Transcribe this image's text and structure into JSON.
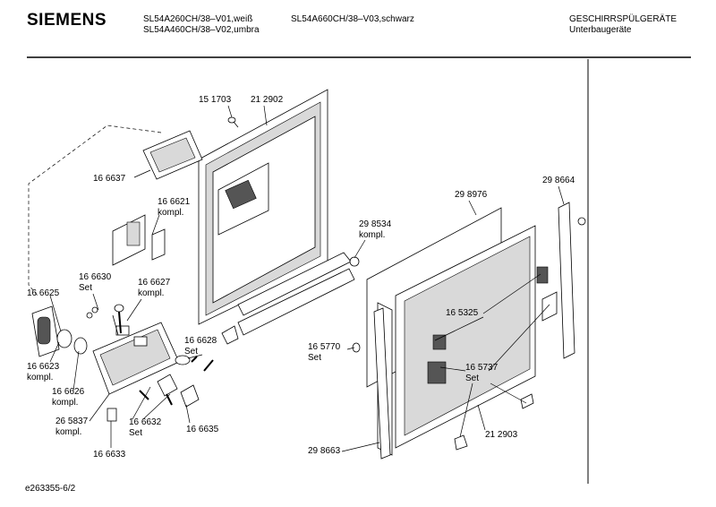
{
  "header": {
    "brand": "SIEMENS",
    "models_left": [
      "SL54A260CH/38–V01,weiß",
      "SL54A460CH/38–V02,umbra"
    ],
    "models_right": "SL54A660CH/38–V03,schwarz",
    "category": "GESCHIRRSPÜLGERÄTE",
    "subcategory": "Unterbaugeräte"
  },
  "parts": {
    "p151703": "15 1703",
    "p212902": "21 2902",
    "p166637": "16 6637",
    "p166621": "16 6621",
    "p166621_sub": "kompl.",
    "p298534": "29 8534",
    "p298534_sub": "kompl.",
    "p298976": "29 8976",
    "p298664": "29 8664",
    "p166630": "16 6630",
    "p166630_sub": "Set",
    "p166627": "16 6627",
    "p166627_sub": "kompl.",
    "p166625": "16 6625",
    "p166623": "16 6623",
    "p166623_sub": "kompl.",
    "p166626": "16 6626",
    "p166626_sub": "kompl.",
    "p265837": "26 5837",
    "p265837_sub": "kompl.",
    "p166628": "16 6628",
    "p166628_sub": "Set",
    "p166632": "16 6632",
    "p166632_sub": "Set",
    "p166635": "16 6635",
    "p166633": "16 6633",
    "p165325": "16 5325",
    "p165770": "16 5770",
    "p165770_sub": "Set",
    "p165737": "16 5737",
    "p165737_sub": "Set",
    "p212903": "21 2903",
    "p298663": "29 8663"
  },
  "footer": {
    "code": "e263355-6/2"
  }
}
